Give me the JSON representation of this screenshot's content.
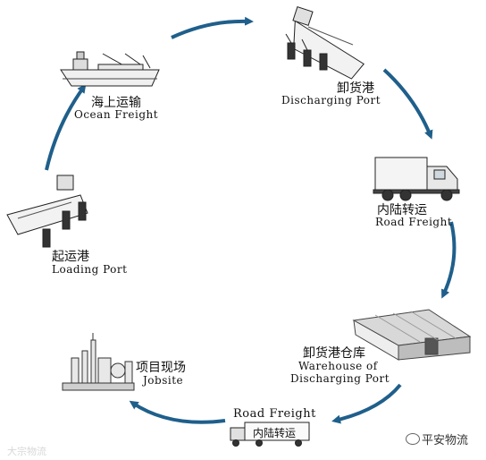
{
  "nodes": {
    "ocean": {
      "cn": "海上运输",
      "en": "Ocean Freight"
    },
    "discharge": {
      "cn": "卸货港",
      "en": "Discharging Port"
    },
    "road1": {
      "cn": "内陆转运",
      "en": "Road Freight"
    },
    "warehouse": {
      "cn": "卸货港仓库",
      "en1": "Warehouse of",
      "en2": "Discharging Port"
    },
    "road2": {
      "en": "Road Freight",
      "truck_label": "内陆转运"
    },
    "jobsite": {
      "cn": "项目现场",
      "en": "Jobsite"
    },
    "loading": {
      "cn": "起运港",
      "en": "Loading Port"
    }
  },
  "watermark_left": "大宗物流",
  "brand": "平安物流",
  "colors": {
    "arrow": "#1f5f8b",
    "ink": "#222222"
  }
}
